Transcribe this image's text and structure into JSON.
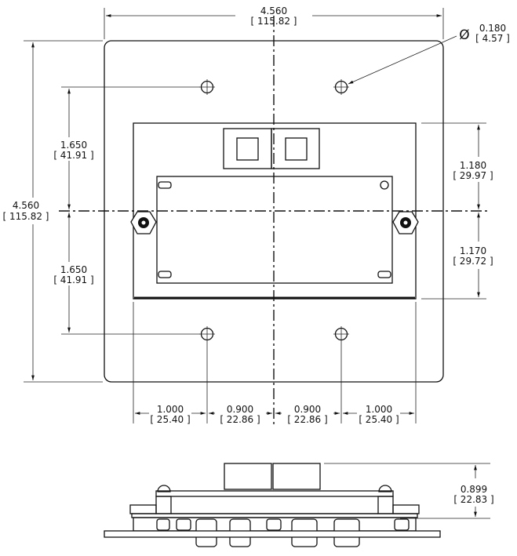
{
  "overall_width": {
    "in": "4.560",
    "mm": "[ 115.82 ]"
  },
  "overall_height": {
    "in": "4.560",
    "mm": "[ 115.82 ]"
  },
  "hole_diameter": {
    "symbol": "Ø",
    "in": "0.180",
    "mm": "[ 4.57 ]"
  },
  "left_upper": {
    "in": "1.650",
    "mm": "[ 41.91 ]"
  },
  "left_lower": {
    "in": "1.650",
    "mm": "[ 41.91 ]"
  },
  "right_upper": {
    "in": "1.180",
    "mm": "[ 29.97 ]"
  },
  "right_lower": {
    "in": "1.170",
    "mm": "[ 29.72 ]"
  },
  "bottom": [
    {
      "in": "1.000",
      "mm": "[ 25.40 ]"
    },
    {
      "in": "0.900",
      "mm": "[ 22.86 ]"
    },
    {
      "in": "0.900",
      "mm": "[ 22.86 ]"
    },
    {
      "in": "1.000",
      "mm": "[ 25.40 ]"
    }
  ],
  "side_height": {
    "in": "0.899",
    "mm": "[ 22.83 ]"
  }
}
